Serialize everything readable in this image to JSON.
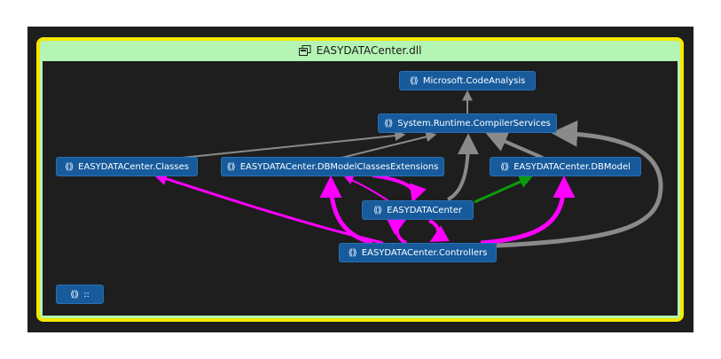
{
  "group": {
    "title": "EASYDATACenter.dll",
    "icon": "assembly-icon"
  },
  "nodes": {
    "codeanalysis": "Microsoft.CodeAnalysis",
    "compilerservices": "System.Runtime.CompilerServices",
    "classes": "EASYDATACenter.Classes",
    "dbmodelext": "EASYDATACenter.DBModelClassesExtensions",
    "dbmodel": "EASYDATACenter.DBModel",
    "root": "EASYDATACenter",
    "controllers": "EASYDATACenter.Controllers",
    "global": "::"
  },
  "node_icon": "namespace-icon",
  "colors": {
    "node_fill": "#175b9c",
    "edge_default": "#8a8a8a",
    "edge_highlight": "#ff00ff",
    "edge_green": "#0b9b0b",
    "group_border": "#f5e800",
    "group_fill": "#b4f5b4"
  }
}
